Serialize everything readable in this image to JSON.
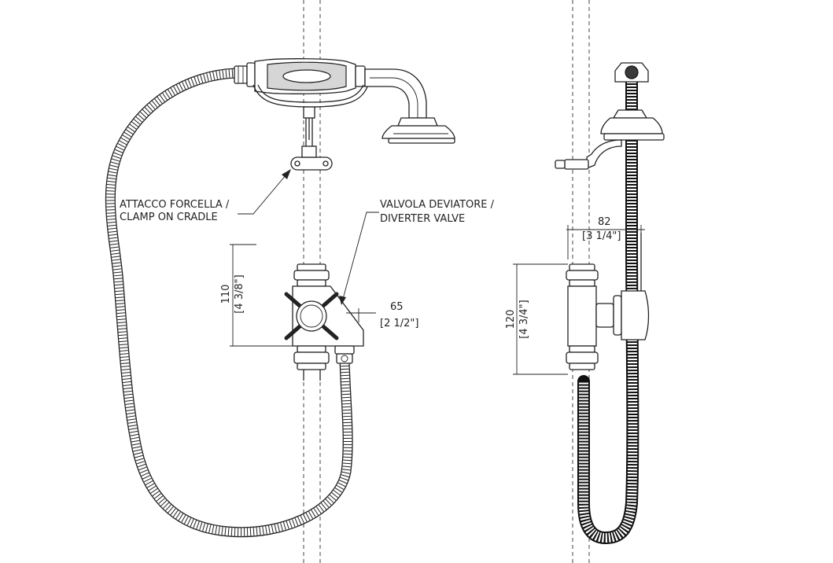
{
  "labels": {
    "clamp_it": "ATTACCO FORCELLA /",
    "clamp_en": "CLAMP ON CRADLE",
    "valve_it": "VALVOLA DEVIATORE /",
    "valve_en": "DIVERTER VALVE"
  },
  "dimensions": {
    "height_front_mm": "110",
    "height_front_in": "[4 3/8\"]",
    "depth_front_mm": "65",
    "depth_front_in": "[2 1/2\"]",
    "height_side_mm": "120",
    "height_side_in": "[4 3/4\"]",
    "projection_side_mm": "82",
    "projection_side_in": "[3 1/4\"]"
  }
}
